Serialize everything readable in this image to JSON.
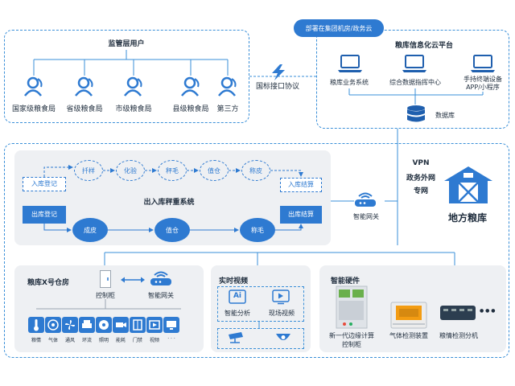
{
  "regulator": {
    "title": "监管层用户",
    "users": [
      "国家级粮食局",
      "省级粮食局",
      "市级粮食局",
      "县级粮食局",
      "第三方"
    ]
  },
  "protocol_label": "国标接口协议",
  "cloud": {
    "tag": "部署在集团机房/政务云",
    "title": "粮库信息化云平台",
    "systems": [
      "粮库业务系统",
      "综合数据指挥中心",
      "手持终端设备"
    ],
    "system3_line2": "APP/小程序",
    "database": "数据库"
  },
  "network": {
    "line1": "VPN",
    "line2": "政务外网",
    "line3": "专网"
  },
  "granary": "地方粮库",
  "weighing": {
    "title": "出入库秤重系统",
    "in_register": "入库登记",
    "out_register": "出库登记",
    "in_settle": "入库结算",
    "out_settle": "出库结算",
    "in_steps": [
      "扦样",
      "化验",
      "秤毛",
      "值仓",
      "称皮"
    ],
    "out_steps": [
      "成皮",
      "值仓",
      "称毛"
    ]
  },
  "smart_gateway": "智能网关",
  "warehouse": {
    "title": "粮库X号仓房",
    "cabinet": "控制柜",
    "gateway": "智能网关",
    "sensors": [
      "粮情",
      "气体",
      "通风",
      "环流",
      "照明",
      "能耗",
      "门禁",
      "视频",
      "· · ·"
    ]
  },
  "video": {
    "title": "实时视频",
    "items": [
      "智能分析",
      "现场视频"
    ],
    "ai_glyph": "Ai"
  },
  "hardware": {
    "title": "智能硬件",
    "items": [
      "新一代边缘计算",
      "气体检测装置",
      "粮情检测分机"
    ],
    "item1_line2": "控制柜",
    "dots": "● ● ●"
  },
  "colors": {
    "accent": "#2e7ad1",
    "dashed": "#3a8fd8",
    "panel": "#eef0f3"
  }
}
